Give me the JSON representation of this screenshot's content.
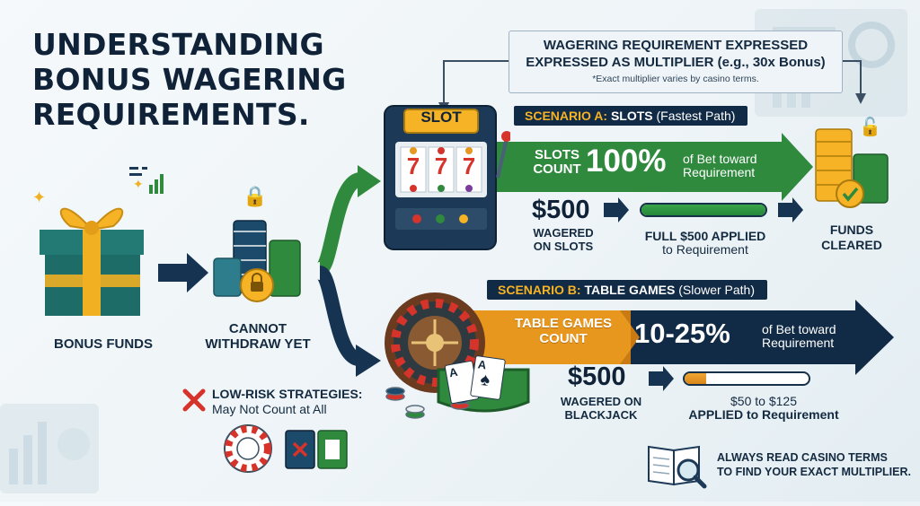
{
  "title": {
    "line1": "UNDERSTANDING",
    "line2": "BONUS WAGERING",
    "line3": "REQUIREMENTS."
  },
  "bonus": {
    "label": "BONUS FUNDS"
  },
  "locked": {
    "line1": "CANNOT",
    "line2": "WITHDRAW YET"
  },
  "note": {
    "line1": "WAGERING REQUIREMENT EXPRESSED",
    "line2": "EXPRESSED AS MULTIPLIER (e.g., 30x Bonus)",
    "line3": "*Exact multiplier varies by casino terms."
  },
  "slot_machine": {
    "sign": "SLOT",
    "reels": [
      "7",
      "7",
      "7"
    ]
  },
  "scenario_a": {
    "tag": "SCENARIO A:",
    "name": "SLOTS",
    "note": "(Fastest Path)",
    "count_line1": "SLOTS",
    "count_line2": "COUNT",
    "percent": "100%",
    "of_line1": "of Bet toward",
    "of_line2": "Requirement",
    "amount": "$500",
    "wager_line1": "WAGERED",
    "wager_line2": "ON SLOTS",
    "applied_line1": "FULL $500 APPLIED",
    "applied_line2": "to Requirement",
    "progress": 1.0
  },
  "cleared": {
    "line1": "FUNDS",
    "line2": "CLEARED"
  },
  "scenario_b": {
    "tag": "SCENARIO B:",
    "name": "TABLE GAMES",
    "note": "(Slower Path)",
    "count_line1": "TABLE GAMES",
    "count_line2": "COUNT",
    "percent": "10-25%",
    "of_line1": "of Bet toward",
    "of_line2": "Requirement",
    "amount": "$500",
    "wager_line1": "WAGERED ON",
    "wager_line2": "BLACKJACK",
    "applied_line1": "$50 to $125",
    "applied_line2": "APPLIED to Requirement",
    "progress": 0.175
  },
  "cards": {
    "rank1": "A",
    "rank2": "A"
  },
  "low_risk": {
    "line1": "LOW-RISK STRATEGIES:",
    "line2": "May Not Count at All"
  },
  "tip": {
    "line1": "ALWAYS READ CASINO TERMS",
    "line2": "TO FIND YOUR EXACT MULTIPLIER."
  },
  "colors": {
    "navy": "#112a45",
    "green": "#2f8a3e",
    "gold": "#f5b325",
    "orange": "#e8971e",
    "red": "#d6332b",
    "teal": "#2e7d8c"
  }
}
